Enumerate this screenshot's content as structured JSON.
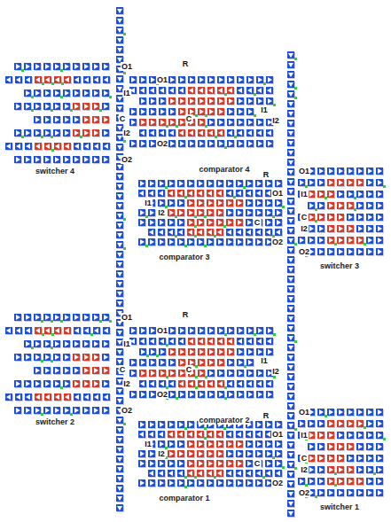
{
  "diagram": {
    "labels": [
      "R",
      "O1",
      "O1",
      "I1",
      "I1",
      "C",
      "C",
      "I2",
      "I2",
      "O2",
      "O2",
      "comparator 4",
      "switcher 4",
      "O1",
      "R",
      "O1",
      "I1",
      "I1",
      "I2",
      "C",
      "C",
      "I2",
      "O2",
      "O2",
      "comparator 3",
      "switcher 3",
      "R",
      "O1",
      "O1",
      "I1",
      "I1",
      "C",
      "C",
      "I2",
      "I2",
      "O2",
      "O2",
      "comparator 2",
      "switcher 2",
      "O1",
      "R",
      "O1",
      "I1",
      "I1",
      "I2",
      "C",
      "C",
      "I2",
      "O2",
      "O2",
      "comparator 1",
      "switcher 1"
    ]
  }
}
